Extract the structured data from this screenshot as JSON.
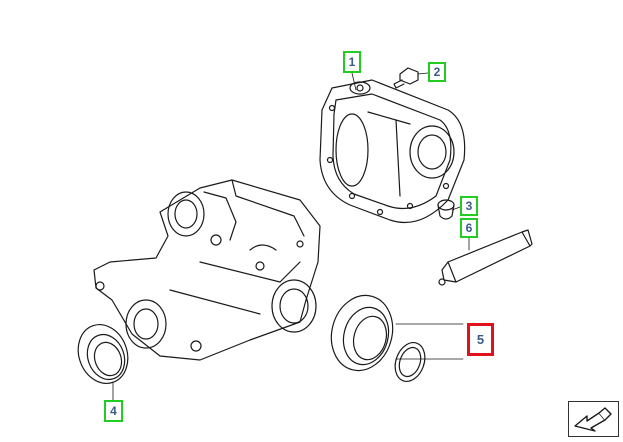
{
  "callouts": {
    "c1": "1",
    "c2": "2",
    "c3": "3",
    "c4": "4",
    "c5": "5",
    "c6": "6"
  },
  "colors": {
    "callout_border": "#22cc22",
    "callout_active_border": "#e0101c",
    "callout_text": "#3a5a8c",
    "line": "#1a1a1a"
  },
  "icons": {
    "nav": "back-arrow-icon"
  }
}
